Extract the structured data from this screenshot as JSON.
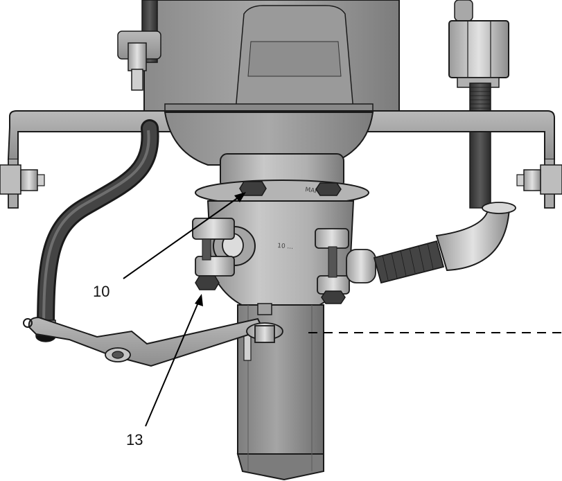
{
  "diagram": {
    "callouts": [
      {
        "id": "callout-10",
        "label": "10"
      },
      {
        "id": "callout-13",
        "label": "13"
      }
    ],
    "engravings": {
      "top_rim": "MARCH",
      "body": "10 ..."
    },
    "colors": {
      "outline": "#1a1a1a",
      "metal_light": "#cfcfcf",
      "metal_mid": "#a9a9a9",
      "metal_dark": "#6e6e6e",
      "hose": "#3c3c3c",
      "leader": "#000000"
    }
  }
}
